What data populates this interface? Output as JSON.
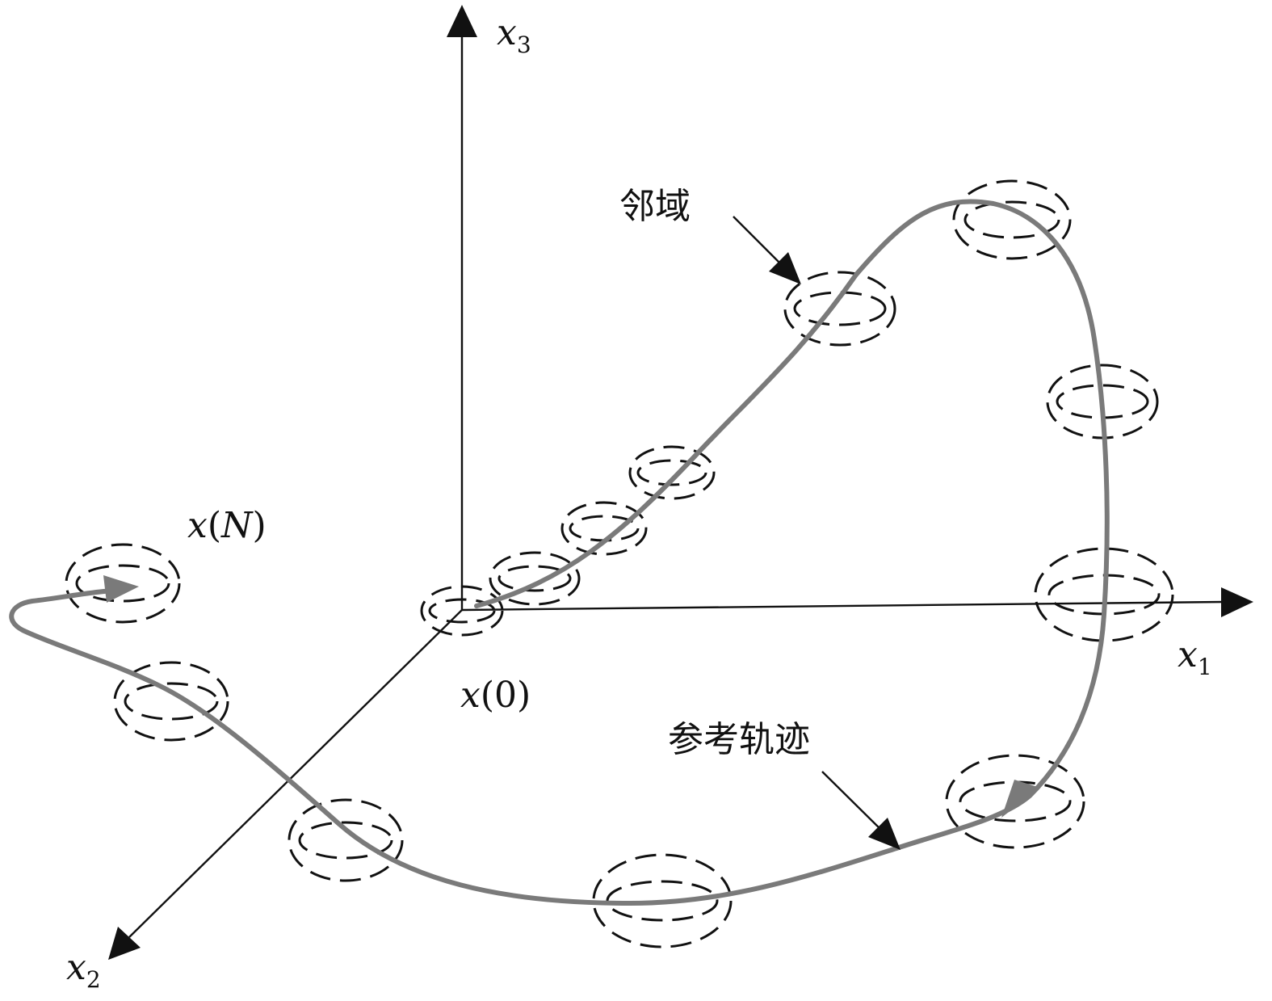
{
  "axes": {
    "x1": {
      "var": "x",
      "sub": "1"
    },
    "x2": {
      "var": "x",
      "sub": "2"
    },
    "x3": {
      "var": "x",
      "sub": "3"
    }
  },
  "points": {
    "start": {
      "var": "x",
      "arg": "0"
    },
    "end": {
      "var": "x",
      "arg": "N"
    }
  },
  "annotations": {
    "neighborhood": "邻域",
    "reference_trajectory": "参考轨迹"
  },
  "colors": {
    "trajectory": "#7a7a7a",
    "axes": "#111111"
  }
}
